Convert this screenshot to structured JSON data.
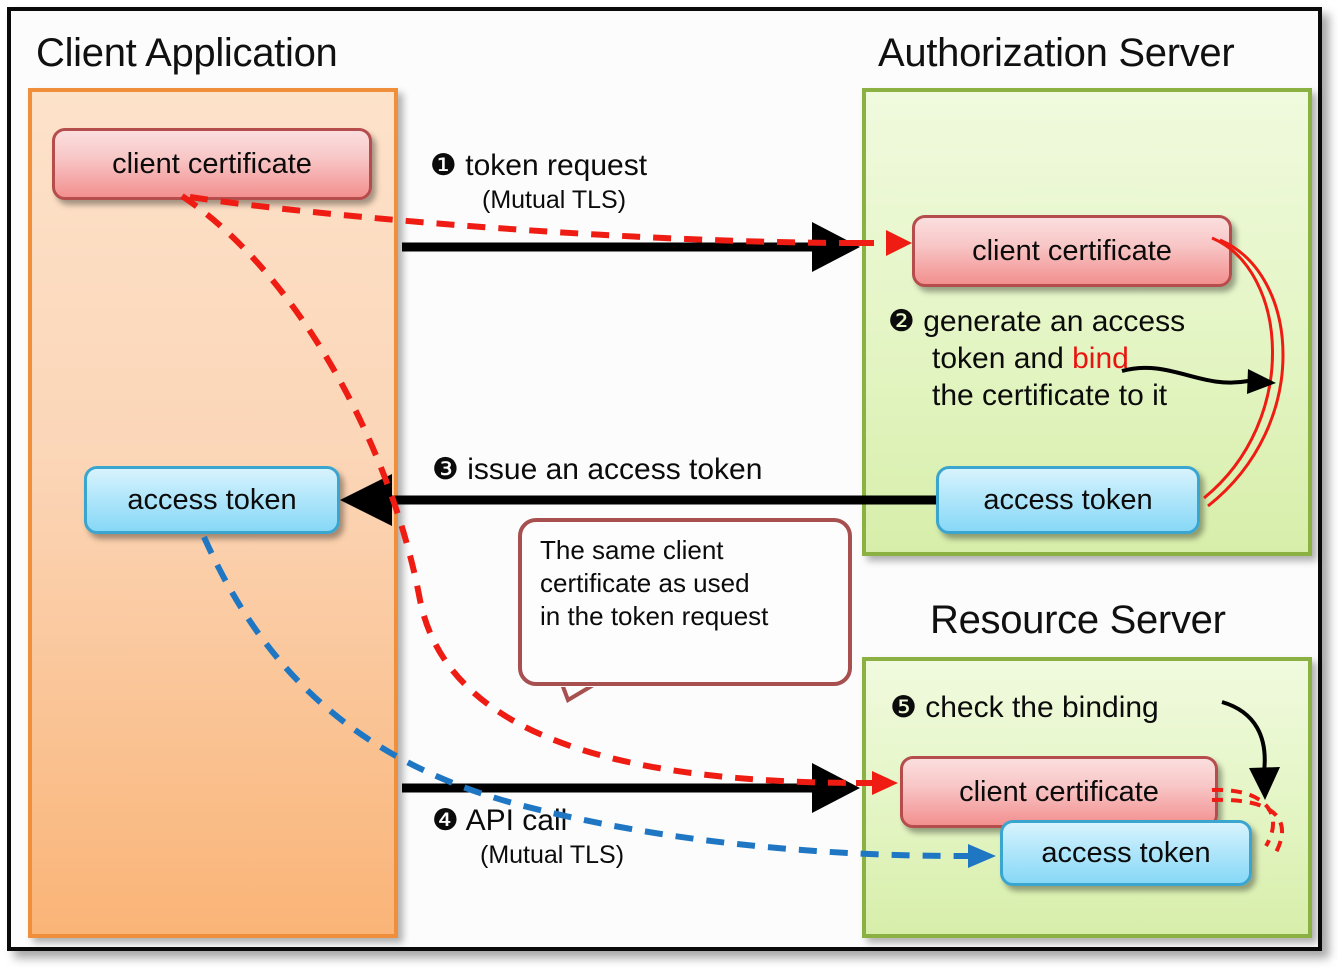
{
  "diagram": {
    "title_client": "Client Application",
    "title_auth": "Authorization Server",
    "title_resource": "Resource Server",
    "colors": {
      "client_panel_border": "#ef8f3b",
      "client_panel_fill": "#fbd5b6",
      "server_panel_border": "#8ab141",
      "server_panel_fill": "#e4f5c4",
      "cert_box_border": "#b54d4d",
      "cert_box_fill": "#f2908f",
      "token_box_border": "#3aa5cf",
      "token_box_fill": "#87d8f6",
      "cert_flow_red": "#ee1c12",
      "token_flow_blue": "#1f77c4",
      "bind_red": "#e8140f",
      "callout_border": "#a84f4f",
      "arrow_black": "#000000"
    },
    "nodes": {
      "client_certificate": "client certificate",
      "access_token": "access token"
    },
    "steps": [
      {
        "number": "❶",
        "label": "token request",
        "sub": "(Mutual TLS)"
      },
      {
        "number": "❷",
        "line1": "generate an access",
        "line2_a": "token and ",
        "line2_bind": "bind",
        "line3": "the certificate to it"
      },
      {
        "number": "❸",
        "label": "issue an access token",
        "sub": ""
      },
      {
        "number": "❹",
        "label": "API call",
        "sub": "(Mutual TLS)"
      },
      {
        "number": "❺",
        "label": "check the binding",
        "sub": ""
      }
    ],
    "callout": {
      "line1": "The same client",
      "line2": "certificate as used",
      "line3": "in the token request"
    }
  }
}
